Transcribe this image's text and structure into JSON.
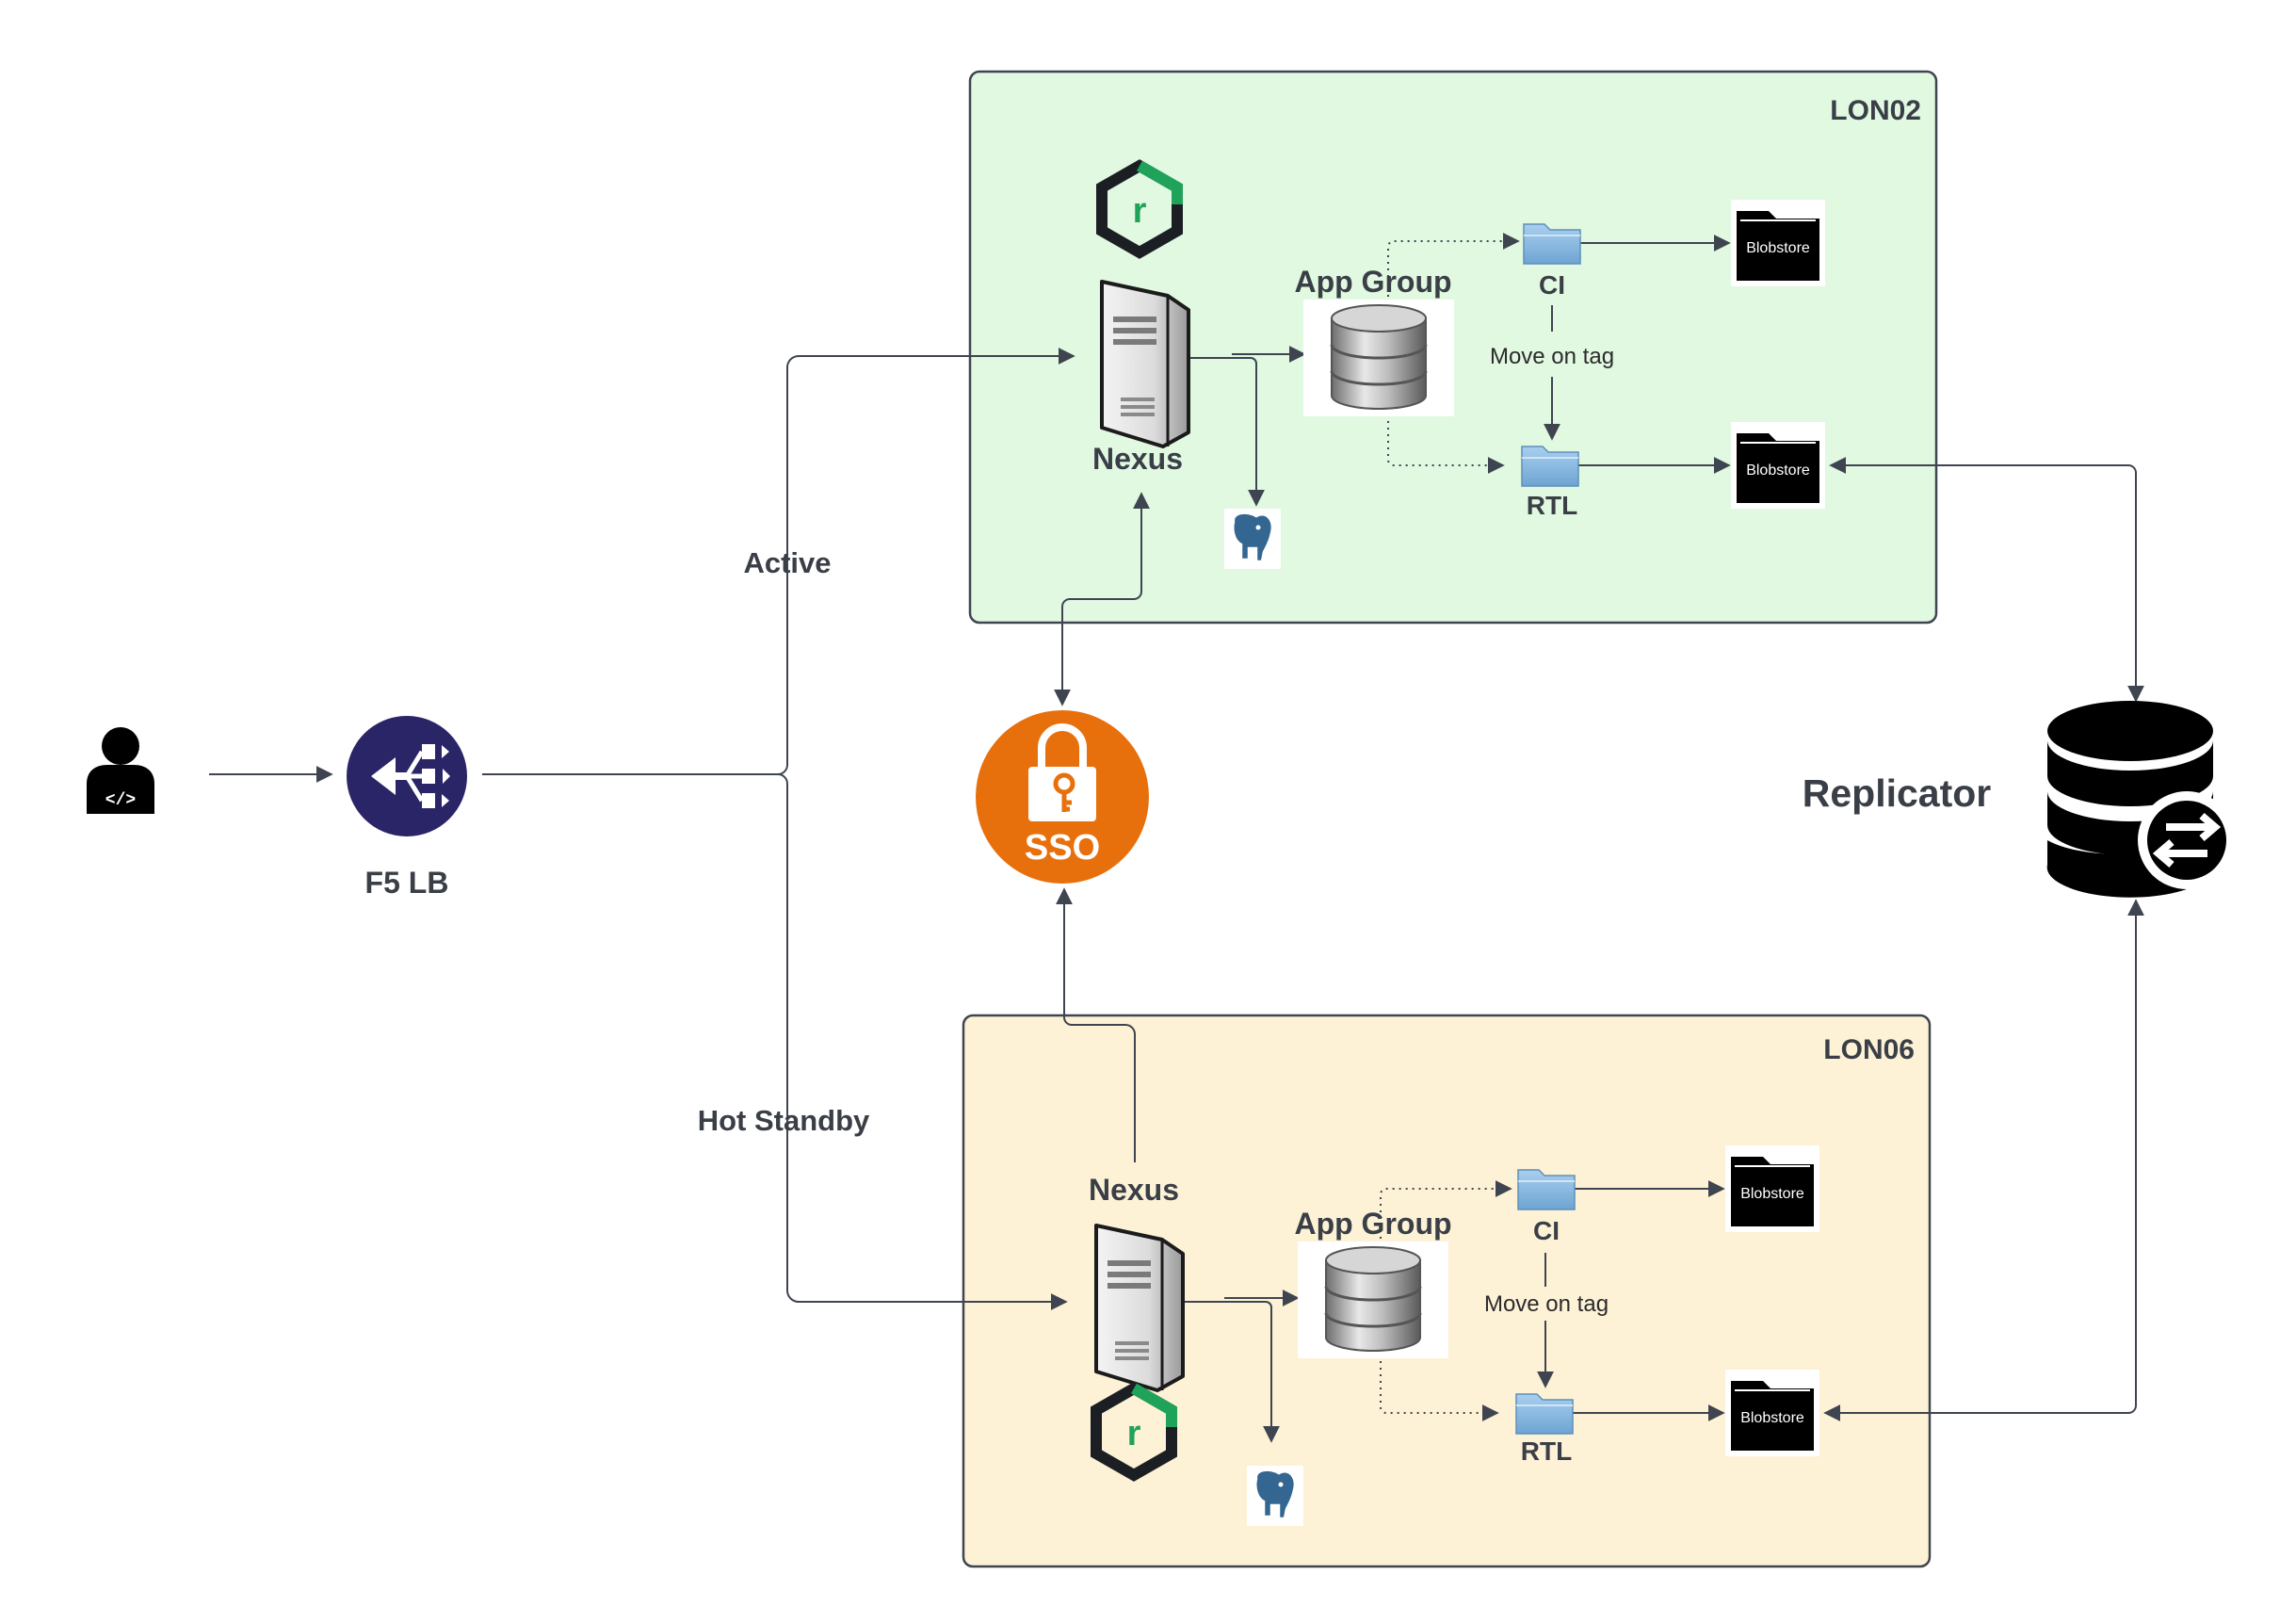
{
  "regions": {
    "primary": {
      "name": "LON02",
      "fill": "#e1f8e1"
    },
    "secondary": {
      "name": "LON06",
      "fill": "#fdf1d6"
    }
  },
  "colors": {
    "line": "#3f4550",
    "f5": "#2a2566",
    "sso": "#e8700c",
    "nexus_green": "#1fa35b"
  },
  "client": {
    "icon": "developer-icon"
  },
  "load_balancer": {
    "label": "F5 LB",
    "icon": "load-balancer-icon"
  },
  "paths": {
    "active": "Active",
    "standby": "Hot Standby"
  },
  "sso": {
    "label": "SSO",
    "icon": "lock-key-icon"
  },
  "replicator": {
    "label": "Replicator",
    "icon": "database-sync-icon"
  },
  "site_lon02": {
    "nexus": "Nexus",
    "app_group": "App Group",
    "ci": "CI",
    "rtl": "RTL",
    "move": "Move on tag",
    "blobstore_ci": "Blobstore",
    "blobstore_rtl": "Blobstore"
  },
  "site_lon06": {
    "nexus": "Nexus",
    "app_group": "App Group",
    "ci": "CI",
    "rtl": "RTL",
    "move": "Move on tag",
    "blobstore_ci": "Blobstore",
    "blobstore_rtl": "Blobstore"
  }
}
